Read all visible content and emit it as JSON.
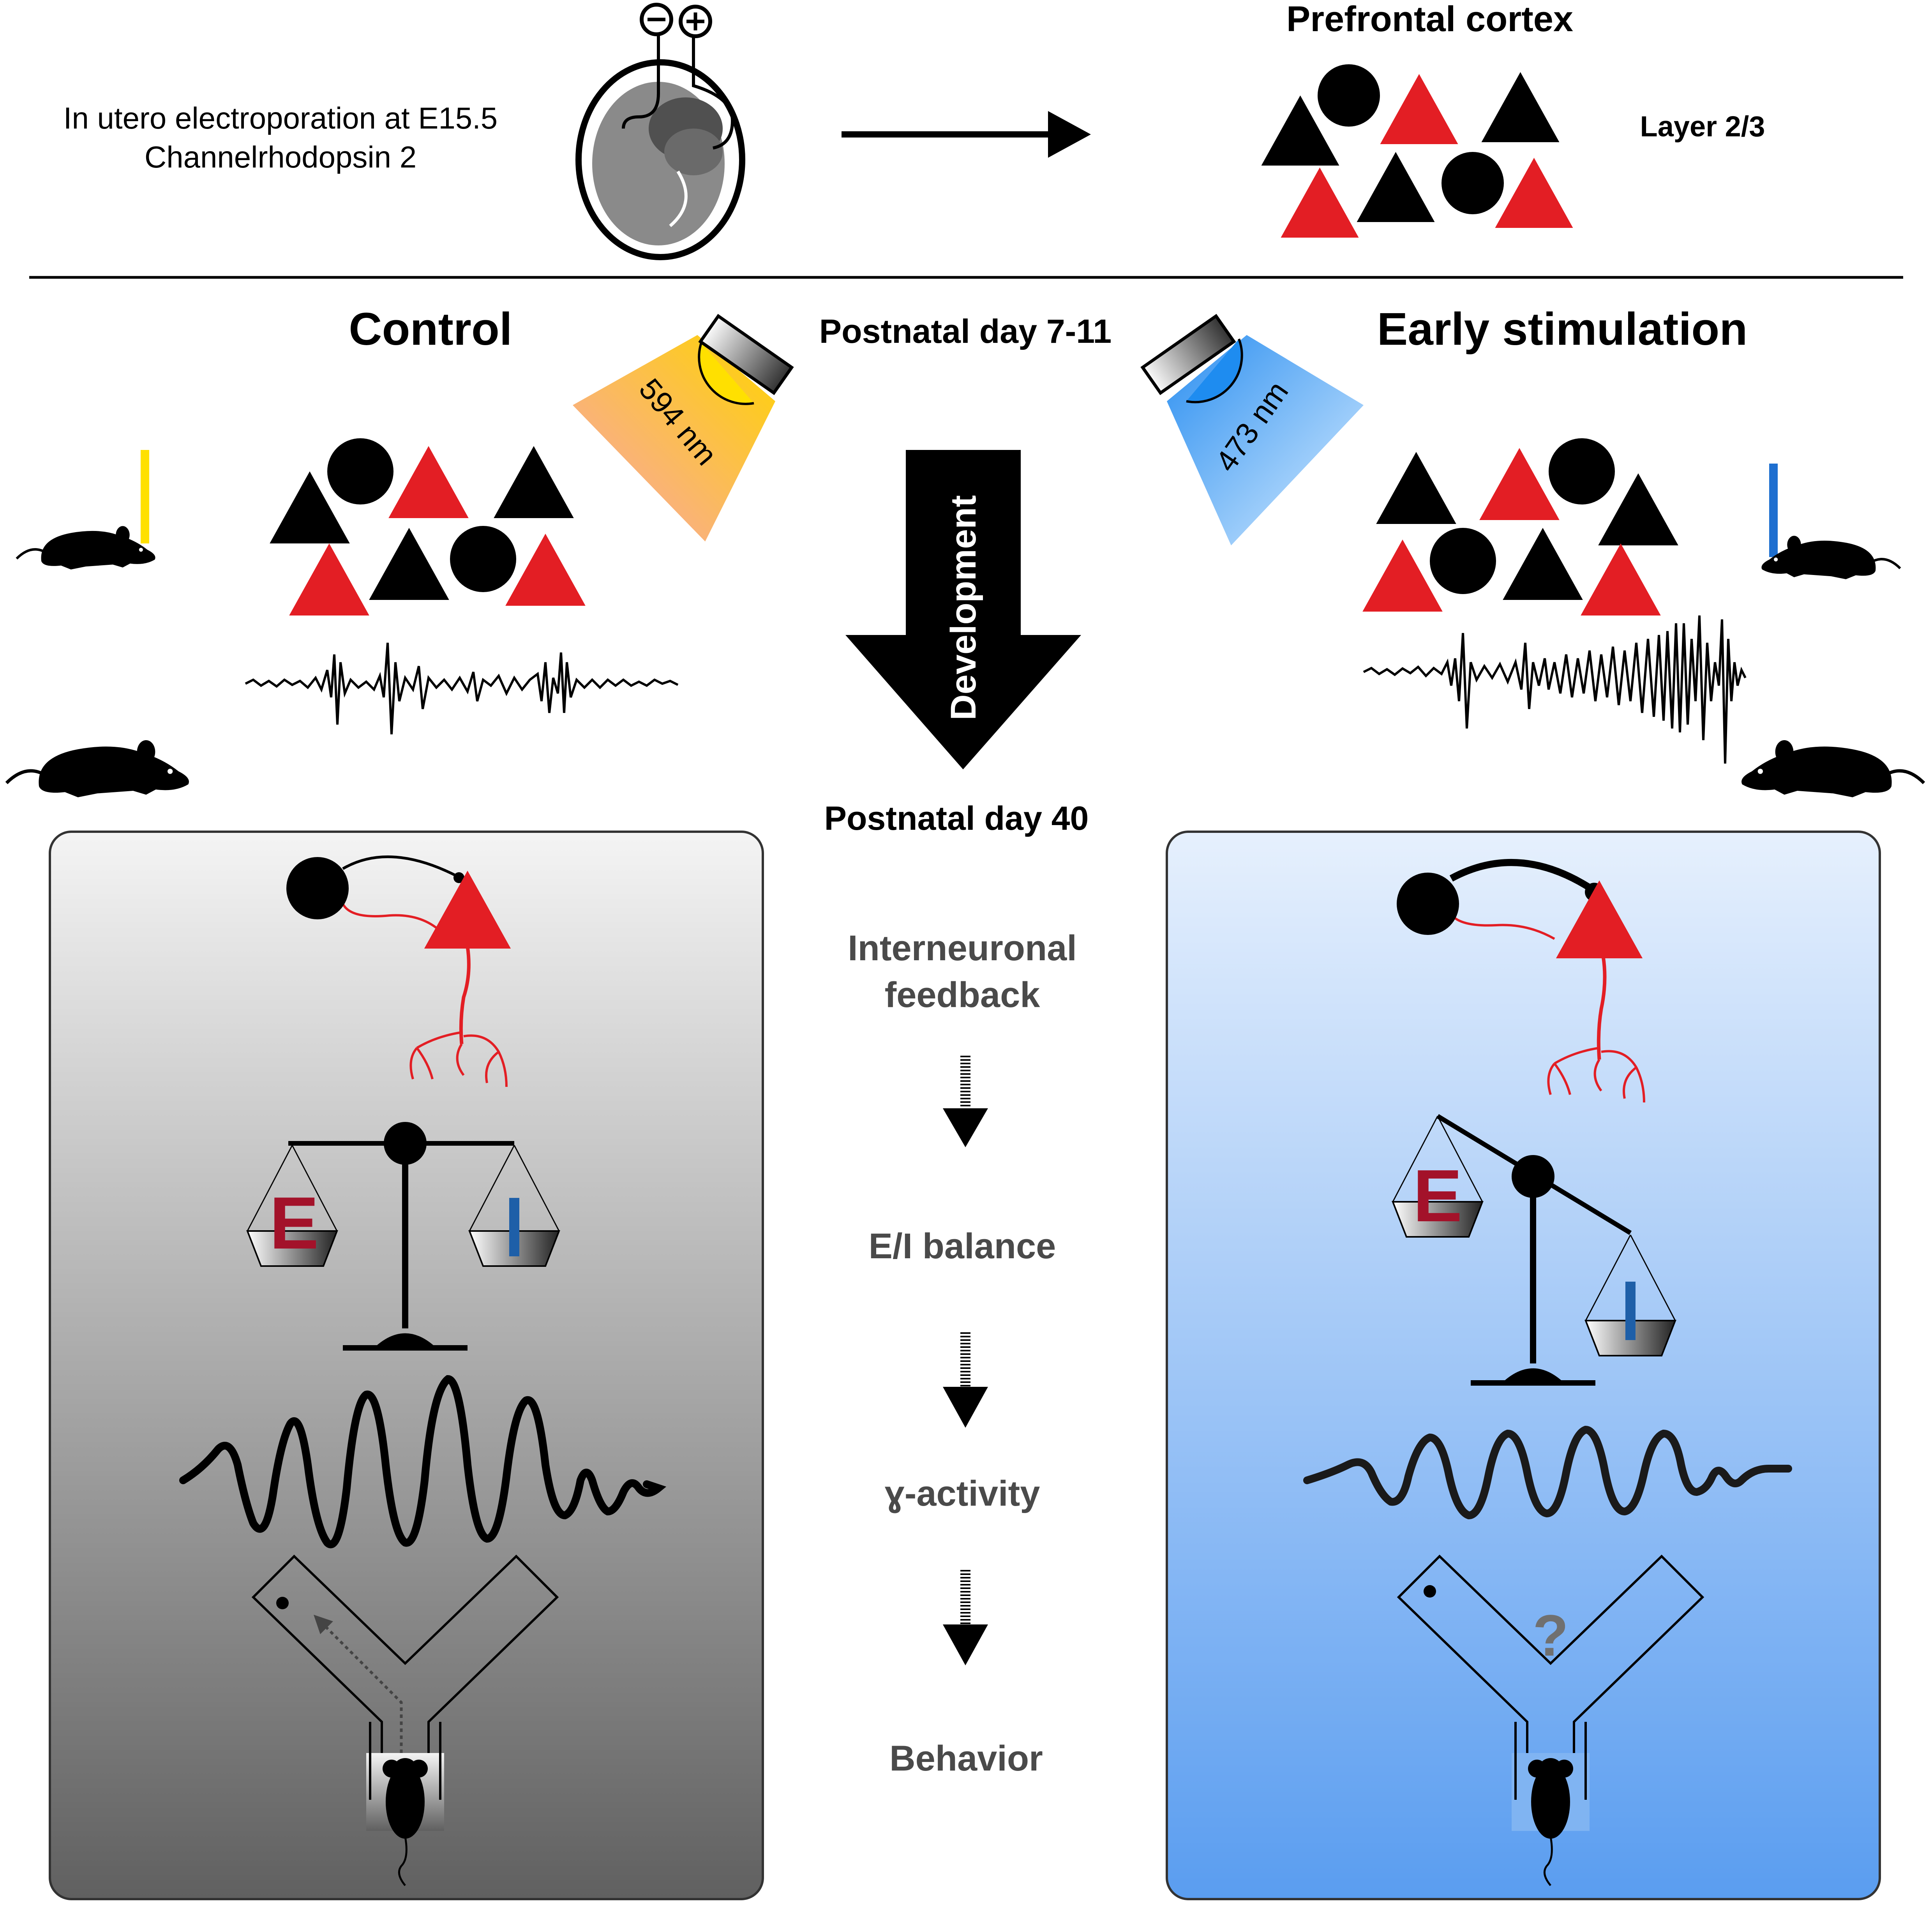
{
  "top": {
    "method_line1": "In utero electroporation at E15.5",
    "method_line2": "Channelrhodopsin 2",
    "region_title": "Prefrontal cortex",
    "layer_label": "Layer 2/3"
  },
  "middle": {
    "control_title": "Control",
    "stim_title": "Early stimulation",
    "age_start": "Postnatal day 7-11",
    "yellow_wavelength": "594 nm",
    "blue_wavelength": "473 nm",
    "development_label": "Development",
    "age_end": "Postnatal day 40"
  },
  "steps": [
    "Interneuronal",
    "feedback",
    "E/I balance",
    "ɣ-activity",
    "Behavior"
  ],
  "balance": {
    "excitation_letter": "E",
    "inhibition_letter": "I",
    "unknown_mark": "?"
  },
  "colors": {
    "excitatory": "#e31e24",
    "inhibitory": "#000000",
    "yellow_light": "#ffe000",
    "blue_light": "#1e6fd0",
    "excitation_letter": "#a3122a",
    "inhibition_letter": "#1e5fa8",
    "step_text": "#4a4a4a"
  }
}
